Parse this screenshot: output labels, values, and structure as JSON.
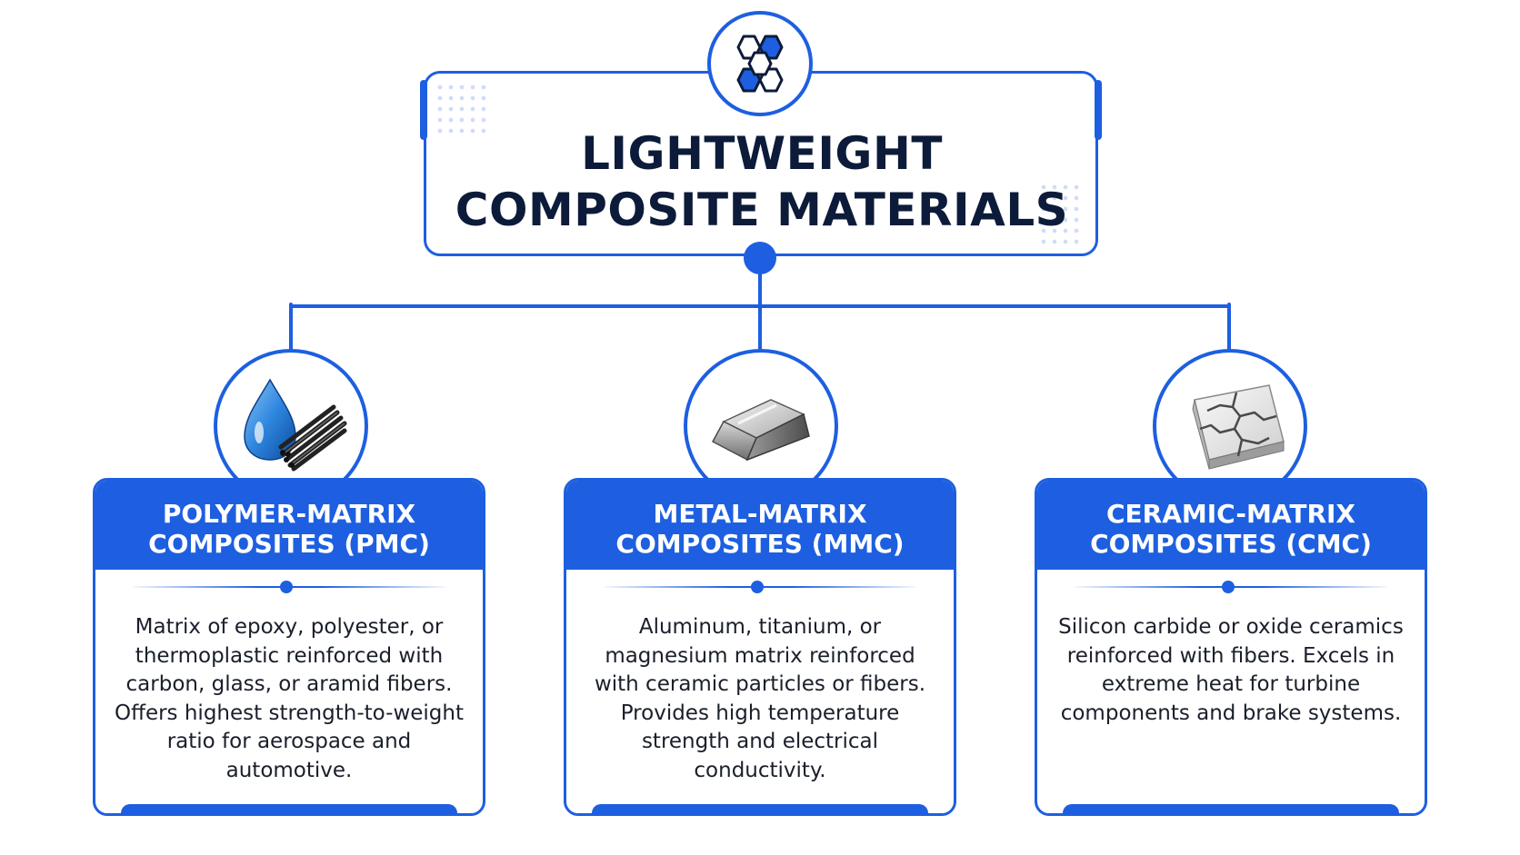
{
  "title": {
    "line1": "LIGHTWEIGHT",
    "line2": "COMPOSITE MATERIALS",
    "logo_icon": "honeycomb-hexagons-icon"
  },
  "accent_color": "#1d5fe0",
  "text_color": "#0d1b3a",
  "cards": [
    {
      "title_line1": "POLYMER-MATRIX",
      "title_line2": "COMPOSITES (PMC)",
      "icon": "resin-drop-and-fiber-bundle-icon",
      "body": "Matrix of epoxy, polyester, or thermoplastic reinforced with carbon, glass, or aramid fibers. Offers highest strength-to-weight ratio for aerospace and automotive."
    },
    {
      "title_line1": "METAL-MATRIX",
      "title_line2": "COMPOSITES (MMC)",
      "icon": "metal-ingot-icon",
      "body": "Aluminum, titanium, or magnesium matrix reinforced with ceramic particles or fibers. Provides high temperature strength and electrical conductivity."
    },
    {
      "title_line1": "CERAMIC-MATRIX",
      "title_line2": "COMPOSITES (CMC)",
      "icon": "cracked-ceramic-tile-icon",
      "body": "Silicon carbide or oxide ceramics reinforced with fibers. Excels in extreme heat for turbine components and brake systems."
    }
  ]
}
